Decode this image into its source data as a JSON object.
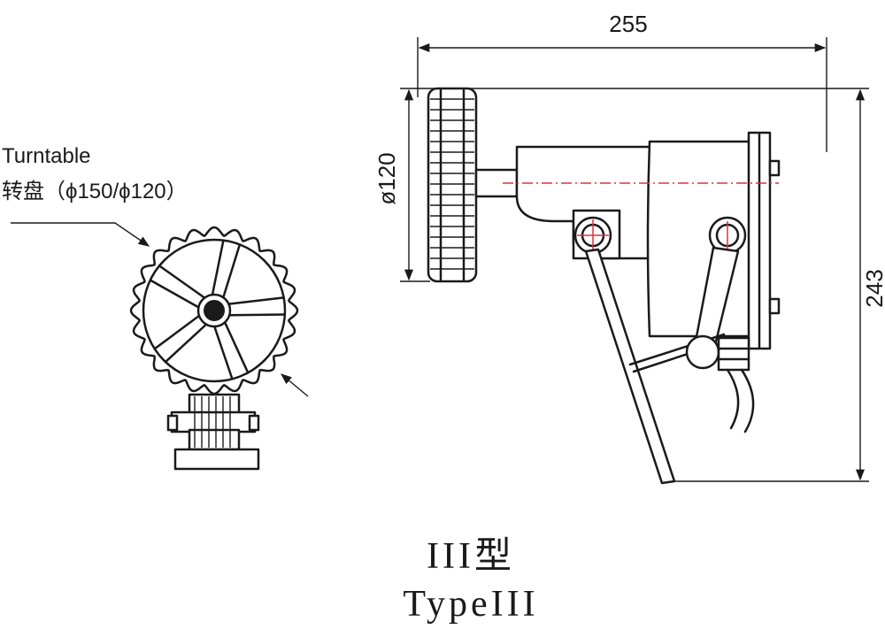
{
  "labels": {
    "turntable_en": "Turntable",
    "turntable_cn": "转盘（ϕ150/ϕ120）"
  },
  "dimensions": {
    "width": "255",
    "height": "243",
    "diameter": "ø120"
  },
  "title": {
    "cn": "III型",
    "en": "TypeIII"
  },
  "colors": {
    "line": "#1a1a1a",
    "centerline": "#e0303a"
  }
}
